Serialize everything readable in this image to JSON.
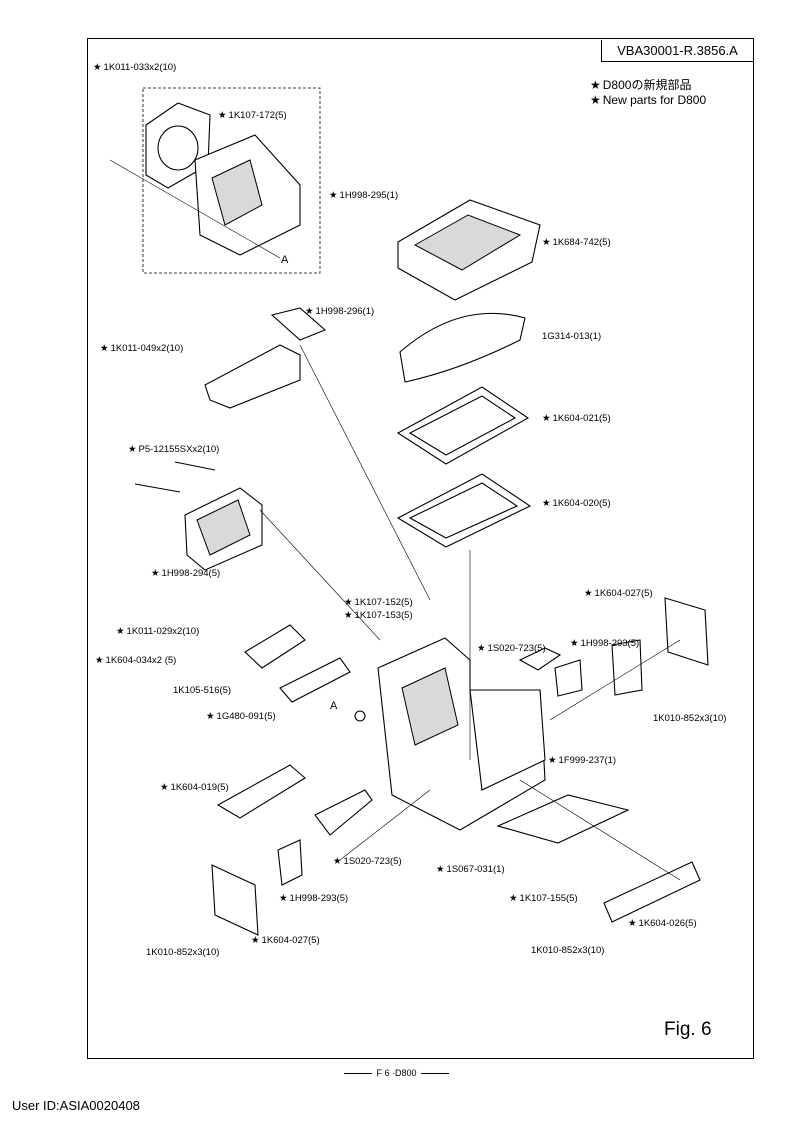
{
  "doc_id": "VBA30001-R.3856.A",
  "legend": {
    "line1": "D800の新規部品",
    "line2": "New parts for D800"
  },
  "figure_label": "Fig. 6",
  "footer": {
    "page": "F 6 ·D800"
  },
  "user_id": "User ID:ASIA0020408",
  "callout_a": "A",
  "parts": [
    {
      "text": "1K011-033x2(10)",
      "star": true
    },
    {
      "text": "1K107-172(5)",
      "star": true
    },
    {
      "text": "1H998-295(1)",
      "star": true
    },
    {
      "text": "1K684-742(5)",
      "star": true
    },
    {
      "text": "1H998-296(1)",
      "star": true
    },
    {
      "text": "1K011-049x2(10)",
      "star": true
    },
    {
      "text": "1G314-013(1)",
      "star": false
    },
    {
      "text": "1K604-021(5)",
      "star": true
    },
    {
      "text": "P5-12155SXx2(10)",
      "star": true
    },
    {
      "text": "1K604-020(5)",
      "star": true
    },
    {
      "text": "1H998-294(5)",
      "star": true
    },
    {
      "text": "1K107-152(5)",
      "star": true
    },
    {
      "text": "1K107-153(5)",
      "star": true
    },
    {
      "text": "1K604-027(5)",
      "star": true
    },
    {
      "text": "1K011-029x2(10)",
      "star": true
    },
    {
      "text": "1S020-723(5)",
      "star": true
    },
    {
      "text": "1H998-293(5)",
      "star": true
    },
    {
      "text": "1K604-034x2 (5)",
      "star": true
    },
    {
      "text": "1K105-516(5)",
      "star": false
    },
    {
      "text": "1G480-091(5)",
      "star": true
    },
    {
      "text": "1K010-852x3(10)",
      "star": false
    },
    {
      "text": "1F999-237(1)",
      "star": true
    },
    {
      "text": "1K604-019(5)",
      "star": true
    },
    {
      "text": "1S020-723(5)",
      "star": true
    },
    {
      "text": "1S067-031(1)",
      "star": true
    },
    {
      "text": "1H998-293(5)",
      "star": true
    },
    {
      "text": "1K107-155(5)",
      "star": true
    },
    {
      "text": "1K604-026(5)",
      "star": true
    },
    {
      "text": "1K604-027(5)",
      "star": true
    },
    {
      "text": "1K010-852x3(10)",
      "star": false
    },
    {
      "text": "1K010-852x3(10)",
      "star": false
    }
  ]
}
